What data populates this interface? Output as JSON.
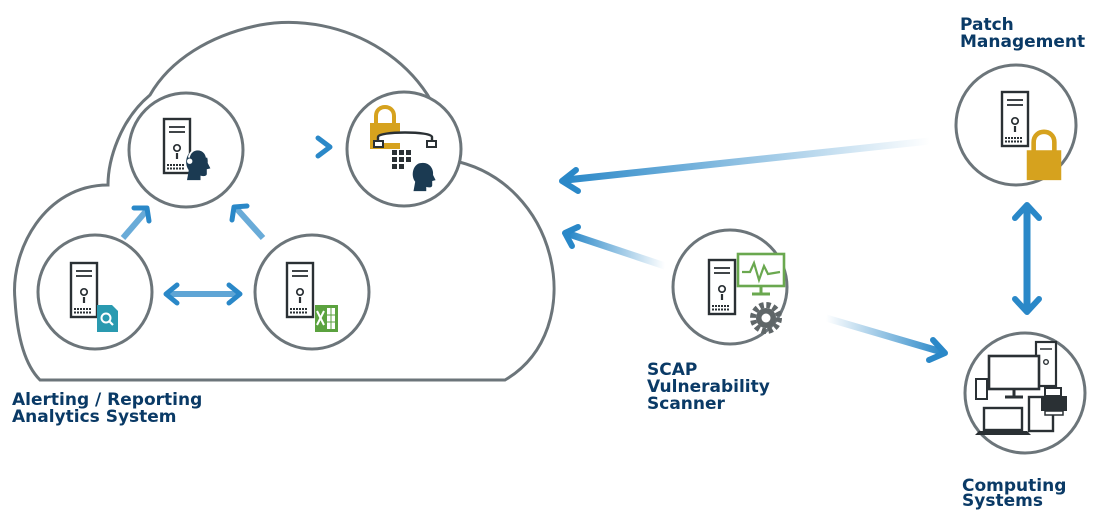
{
  "labels": {
    "patch_line1": "Patch",
    "patch_line2": "Management",
    "alerting_line1": "Alerting / Reporting",
    "alerting_line2": "Analytics System",
    "scap_line1": "SCAP",
    "scap_line2": "Vulnerability",
    "scap_line3": "Scanner",
    "computing_line1": "Computing",
    "computing_line2": "Systems"
  },
  "colors": {
    "label_text": "#0a3a66",
    "outline": "#6c757a",
    "arrow": "#2a88c8",
    "lock": "#d6a21e",
    "spreadsheet": "#5ba23f",
    "document": "#2a9ab0",
    "monitor_chart": "#6aa84f",
    "head": "#1b3a52"
  },
  "icons": [
    "server-icon",
    "support-headset-icon",
    "lock-icon",
    "phone-icon",
    "keypad-icon",
    "magnifier-document-icon",
    "spreadsheet-icon",
    "monitor-chart-icon",
    "gear-icon",
    "devices-icon"
  ]
}
